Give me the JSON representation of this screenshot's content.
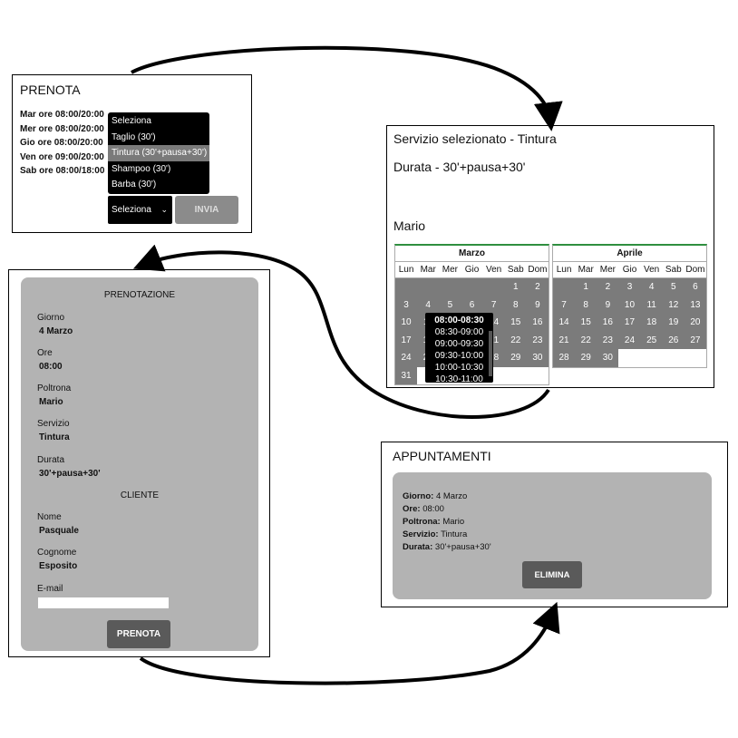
{
  "prenota": {
    "title": "PRENOTA",
    "hours": [
      "Mar ore 08:00/20:00",
      "Mer ore 08:00/20:00",
      "Gio ore 08:00/20:00",
      "Ven ore 09:00/20:00",
      "Sab ore 08:00/18:00"
    ],
    "dropdown_options": [
      "Seleziona",
      "Taglio (30')",
      "Tintura (30'+pausa+30')",
      "Shampoo (30')",
      "Barba (30')"
    ],
    "highlighted_option": "Tintura (30'+pausa+30')",
    "select_value": "Seleziona",
    "submit_label": "INVIA"
  },
  "selection": {
    "service_line": "Servizio selezionato - Tintura",
    "duration_line": "Durata - 30'+pausa+30'",
    "chair": "Mario",
    "weekdays": [
      "Lun",
      "Mar",
      "Mer",
      "Gio",
      "Ven",
      "Sab",
      "Dom"
    ],
    "march": {
      "name": "Marzo",
      "days": [
        "",
        "",
        "",
        "",
        "",
        "1",
        "2",
        "3",
        "4",
        "5",
        "6",
        "7",
        "8",
        "9",
        "10",
        "11",
        "12",
        "13",
        "14",
        "15",
        "16",
        "17",
        "18",
        "19",
        "20",
        "21",
        "22",
        "23",
        "24",
        "25",
        "26",
        "27",
        "28",
        "29",
        "30",
        "31"
      ]
    },
    "april": {
      "name": "Aprile",
      "days": [
        "",
        "1",
        "2",
        "3",
        "4",
        "5",
        "6",
        "7",
        "8",
        "9",
        "10",
        "11",
        "12",
        "13",
        "14",
        "15",
        "16",
        "17",
        "18",
        "19",
        "20",
        "21",
        "22",
        "23",
        "24",
        "25",
        "26",
        "27",
        "28",
        "29",
        "30"
      ]
    },
    "time_slots": [
      "08:00-08:30",
      "08:30-09:00",
      "09:00-09:30",
      "09:30-10:00",
      "10:00-10:30",
      "10:30-11:00"
    ]
  },
  "booking": {
    "header": "PRENOTAZIONE",
    "fields": [
      {
        "label": "Giorno",
        "value": "4 Marzo"
      },
      {
        "label": "Ore",
        "value": "08:00"
      },
      {
        "label": "Poltrona",
        "value": "Mario"
      },
      {
        "label": "Servizio",
        "value": "Tintura"
      },
      {
        "label": "Durata",
        "value": "30'+pausa+30'"
      }
    ],
    "client_header": "CLIENTE",
    "client_fields": [
      {
        "label": "Nome",
        "value": "Pasquale"
      },
      {
        "label": "Cognome",
        "value": "Esposito"
      }
    ],
    "email_label": "E-mail",
    "email_value": "",
    "submit_label": "PRENOTA"
  },
  "appointments": {
    "title": "APPUNTAMENTI",
    "items": [
      {
        "label": "Giorno:",
        "value": "4 Marzo"
      },
      {
        "label": "Ore:",
        "value": "08:00"
      },
      {
        "label": "Poltrona:",
        "value": "Mario"
      },
      {
        "label": "Servizio:",
        "value": "Tintura"
      },
      {
        "label": "Durata:",
        "value": "30'+pausa+30'"
      }
    ],
    "delete_label": "ELIMINA"
  }
}
